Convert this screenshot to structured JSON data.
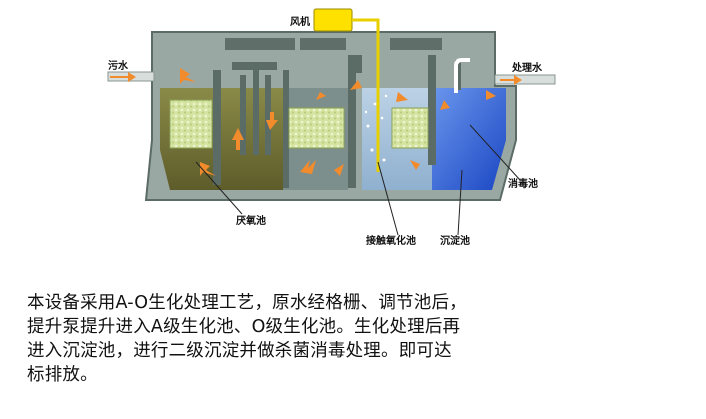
{
  "diagram": {
    "labels": {
      "blower": "风机",
      "sewage_in": "污水",
      "treated_out": "处理水",
      "disinfection": "消毒池",
      "anaerobic": "厌氧池",
      "contact_oxidation": "接触氧化池",
      "sedimentation": "沉淀池"
    },
    "colors": {
      "tank_outline": "#5b6b66",
      "tank_wall": "#9aa8a3",
      "anaerobic_water": "#7a7a3a",
      "oxidation_water": "#a7c2dc",
      "disinfection_water": "#2f63d8",
      "media": "#d8e6a8",
      "blower": "#ffe100",
      "arrow": "#f28b2c"
    }
  },
  "caption": {
    "line1": "本设备采用A-O生化处理工艺，原水经格栅、调节池后，",
    "line2": "提升泵提升进入A级生化池、O级生化池。生化处理后再",
    "line3": "进入沉淀池，进行二级沉淀并做杀菌消毒处理。即可达",
    "line4": "标排放。"
  }
}
